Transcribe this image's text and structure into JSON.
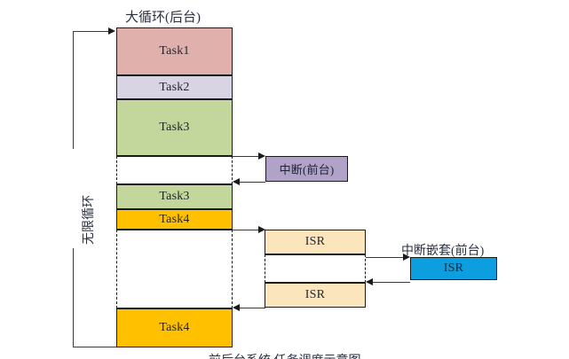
{
  "diagram": {
    "title_background_loop": "大循环(后台)",
    "label_infinite_loop": "无限循环",
    "label_interrupt_foreground": "中断(前台)",
    "label_nested_interrupt_foreground": "中断嵌套(前台)",
    "caption_cropped": "前后台系统 任务调度示意图",
    "colors": {
      "task1": "#e0b0ad",
      "task2": "#d9d4e4",
      "task3": "#c3d69b",
      "task4": "#ffc000",
      "interrupt": "#b0a2c8",
      "isr": "#fbe5bc",
      "isr_nested": "#0d9ee0",
      "border": "#1a1a1a",
      "line": "#3a3a3a",
      "text": "#1f2430"
    }
  },
  "background_column": {
    "blocks": [
      {
        "label": "Task1",
        "kind": "task"
      },
      {
        "label": "Task2",
        "kind": "task"
      },
      {
        "label": "Task3",
        "kind": "task"
      },
      {
        "label": "",
        "kind": "suspended-gap"
      },
      {
        "label": "Task3",
        "kind": "task"
      },
      {
        "label": "Task4",
        "kind": "task"
      },
      {
        "label": "",
        "kind": "suspended-gap"
      },
      {
        "label": "Task4",
        "kind": "task"
      }
    ]
  },
  "interrupt_column": {
    "blocks": [
      {
        "label": "中断(前台)",
        "kind": "interrupt"
      },
      {
        "label": "ISR",
        "kind": "isr"
      },
      {
        "label": "",
        "kind": "suspended-gap"
      },
      {
        "label": "ISR",
        "kind": "isr"
      }
    ]
  },
  "nested_column": {
    "blocks": [
      {
        "label": "ISR",
        "kind": "isr-nested"
      }
    ]
  }
}
